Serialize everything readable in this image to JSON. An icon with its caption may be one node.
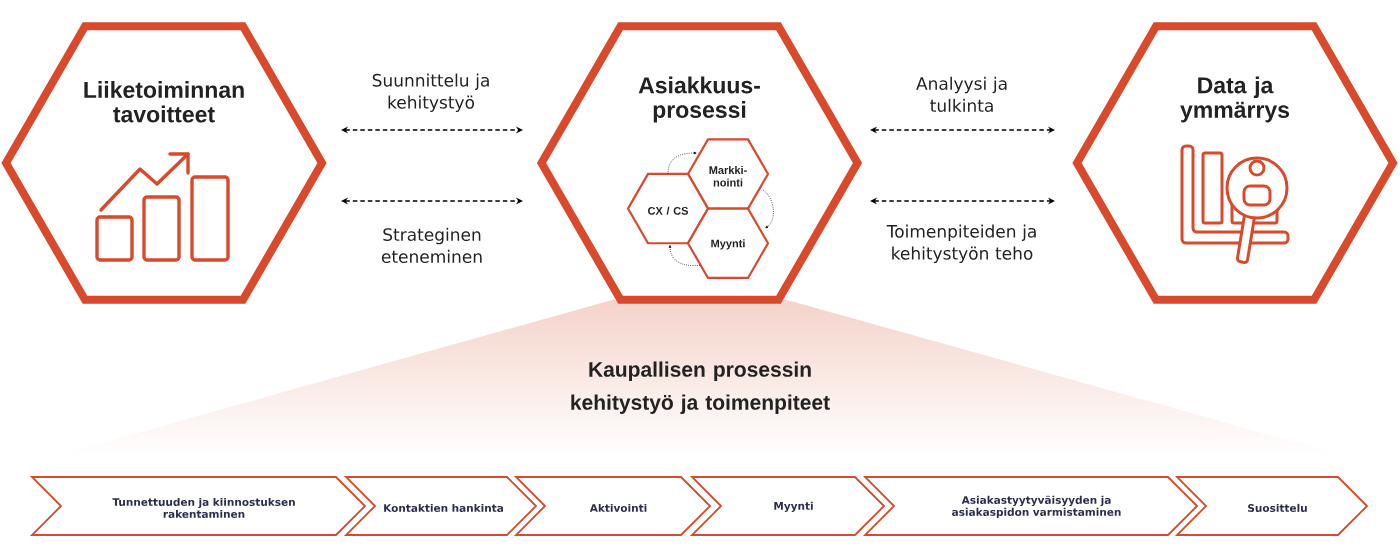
{
  "diagram": {
    "nodes": [
      {
        "text": [
          "Liiketoiminnan tavoitteet"
        ]
      },
      {
        "text": [
          "Asiakkuus- prosessi"
        ]
      },
      {
        "text": [
          "Data ja ymmärrys"
        ]
      },
      {
        "text": [
          "Markki- nointi"
        ],
        "in": 1
      },
      {
        "text": [
          "CX / CS"
        ],
        "in": 1
      },
      {
        "text": [
          "Myynti"
        ],
        "in": 1
      },
      {
        "text": [
          "Kaupallisen prosessin kehitystyö ja toimenpiteet"
        ]
      },
      {
        "text": [
          "Tunnettuuden ja kiinnostuksen rakentaminen"
        ]
      },
      {
        "text": [
          "Kontaktien hankinta"
        ]
      },
      {
        "text": [
          "Aktivointi"
        ]
      },
      {
        "text": [
          "Myynti"
        ]
      },
      {
        "text": [
          "Asiakastyytyväisyyden ja asiakaspidon varmistaminen"
        ]
      },
      {
        "text": [
          "Suosittelu"
        ]
      }
    ],
    "edges": [
      {
        "from": 0,
        "to": 1,
        "arrow": "both",
        "label": "Suunnittelu ja kehitystyö",
        "style": "dashed"
      },
      {
        "from": 0,
        "to": 1,
        "arrow": "both",
        "label": "Strateginen eteneminen",
        "style": "dashed"
      },
      {
        "from": 1,
        "to": 2,
        "arrow": "both",
        "label": "Analyysi ja tulkinta",
        "style": "dashed"
      },
      {
        "from": 1,
        "to": 2,
        "arrow": "both",
        "label": "Toimenpiteiden ja kehitystyön teho",
        "style": "dashed"
      },
      {
        "from": 4,
        "to": 3,
        "arrow": "to",
        "style": "dashed"
      },
      {
        "from": 3,
        "to": 5,
        "arrow": "to",
        "style": "dashed"
      },
      {
        "from": 5,
        "to": 4,
        "arrow": "to",
        "style": "dashed"
      }
    ]
  }
}
